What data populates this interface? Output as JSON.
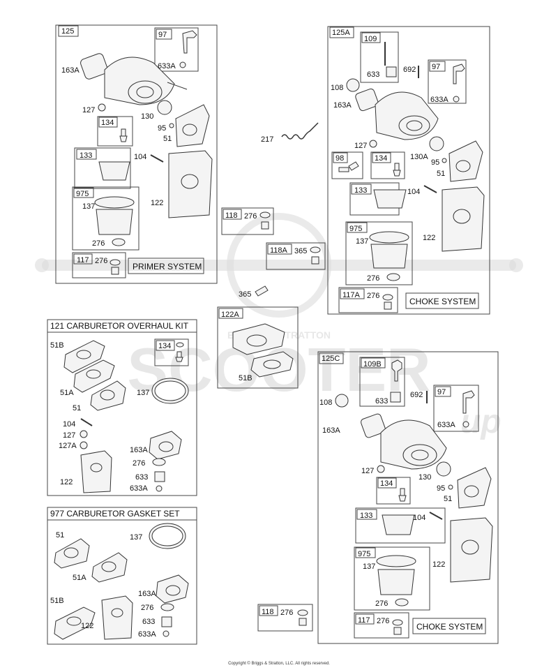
{
  "watermark": {
    "brand": "SCOOTER",
    "tag": "BRIGGS & STRATTON",
    "script": "up"
  },
  "copyright": "Copyright © Briggs & Stratton, LLC. All rights reserved.",
  "panel_125": {
    "id": "125",
    "system": "PRIMER SYSTEM",
    "refs": [
      "97",
      "633A",
      "163A",
      "127",
      "130",
      "134",
      "95",
      "51",
      "133",
      "104",
      "975",
      "137",
      "122",
      "276",
      "117"
    ]
  },
  "panel_125A": {
    "id": "125A",
    "system": "CHOKE SYSTEM",
    "refs": [
      "109",
      "692",
      "633",
      "97",
      "108",
      "633A",
      "163A",
      "127",
      "130A",
      "98",
      "134",
      "95",
      "51",
      "133",
      "104",
      "975",
      "137",
      "122",
      "276",
      "117A"
    ]
  },
  "center": {
    "refs": [
      "217",
      "118",
      "276",
      "118A",
      "365",
      "122A",
      "51B"
    ]
  },
  "kit_121": {
    "title": "121 CARBURETOR OVERHAUL KIT",
    "refs": [
      "51B",
      "134",
      "51A",
      "137",
      "51",
      "104",
      "127",
      "127A",
      "163A",
      "276",
      "122",
      "633",
      "633A"
    ]
  },
  "kit_977": {
    "title": "977 CARBURETOR GASKET SET",
    "refs": [
      "51",
      "137",
      "51A",
      "51B",
      "163A",
      "276",
      "122",
      "633",
      "633A"
    ]
  },
  "panel_125C": {
    "id": "125C",
    "system": "CHOKE SYSTEM",
    "refs": [
      "109B",
      "108",
      "633",
      "692",
      "97",
      "163A",
      "633A",
      "127",
      "130",
      "134",
      "95",
      "51",
      "133",
      "104",
      "975",
      "137",
      "122",
      "276",
      "117"
    ]
  },
  "bottom_118": {
    "refs": [
      "118",
      "276"
    ]
  }
}
